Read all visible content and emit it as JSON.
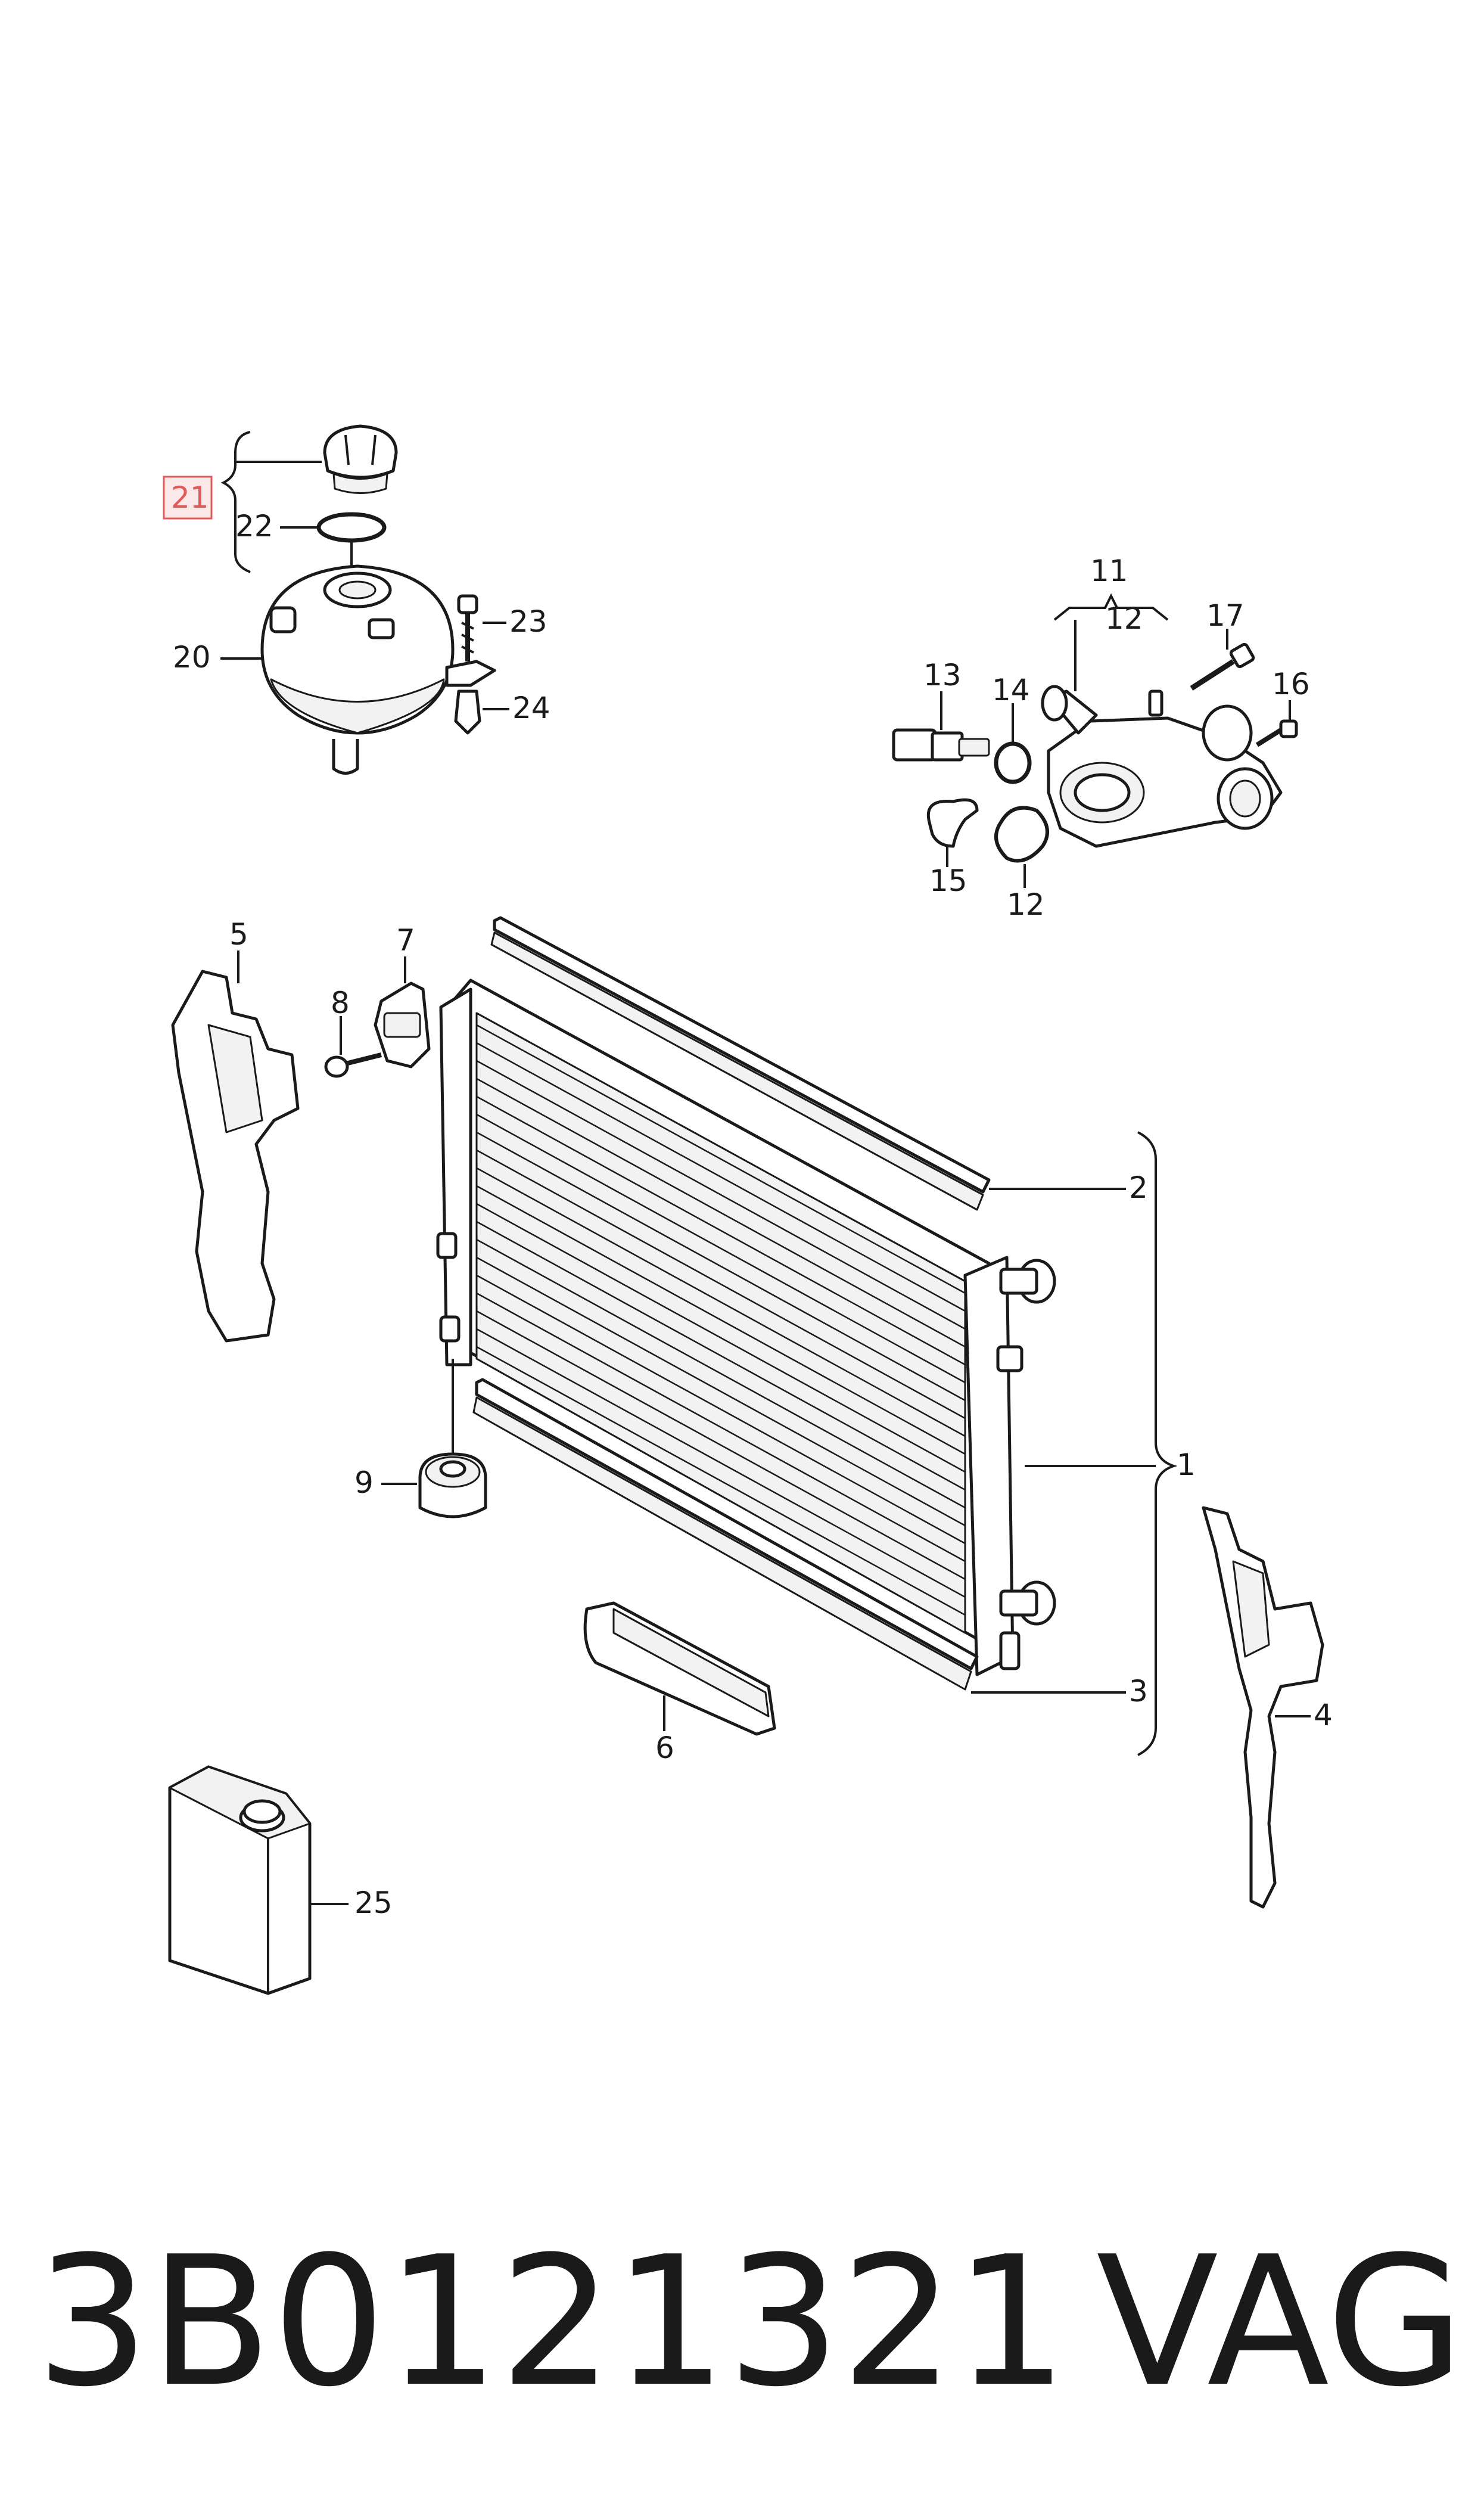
{
  "callouts": {
    "c1": "1",
    "c2": "2",
    "c3": "3",
    "c4": "4",
    "c5": "5",
    "c6": "6",
    "c7": "7",
    "c8": "8",
    "c9": "9",
    "c11": "11",
    "c12a": "12",
    "c12b": "12",
    "c13": "13",
    "c14": "14",
    "c15": "15",
    "c16": "16",
    "c17": "17",
    "c20": "20",
    "c21": "21",
    "c22": "22",
    "c23": "23",
    "c24": "24",
    "c25": "25"
  },
  "highlight_color": "#e05a5a",
  "footer": {
    "part_number": "3B0121321",
    "brand": "VAG"
  }
}
